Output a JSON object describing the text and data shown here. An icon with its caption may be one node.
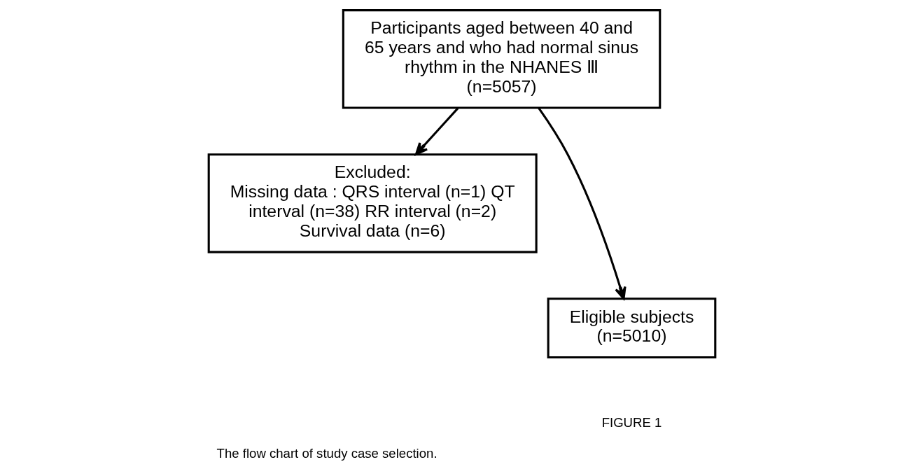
{
  "diagram": {
    "caption": "The flow chart of study case selection.",
    "nodes": [
      {
        "text": [
          "Participants aged between 40 and 65 years and who had normal sinus rhythm in the NHANES Ⅲ",
          "(n=5057)"
        ]
      },
      {
        "text": [
          "Excluded:",
          "Missing data : QRS interval (n=1) QT interval (n=38) RR interval (n=2) Survival data (n=6)"
        ]
      },
      {
        "text": [
          "Eligible subjects",
          "(n=5010)"
        ]
      }
    ],
    "edges": [
      {
        "from": 0,
        "to": 2,
        "arrow": "to"
      },
      {
        "from": 0,
        "to": 1,
        "arrow": "to"
      }
    ],
    "labels": [
      "FIGURE 1"
    ]
  }
}
